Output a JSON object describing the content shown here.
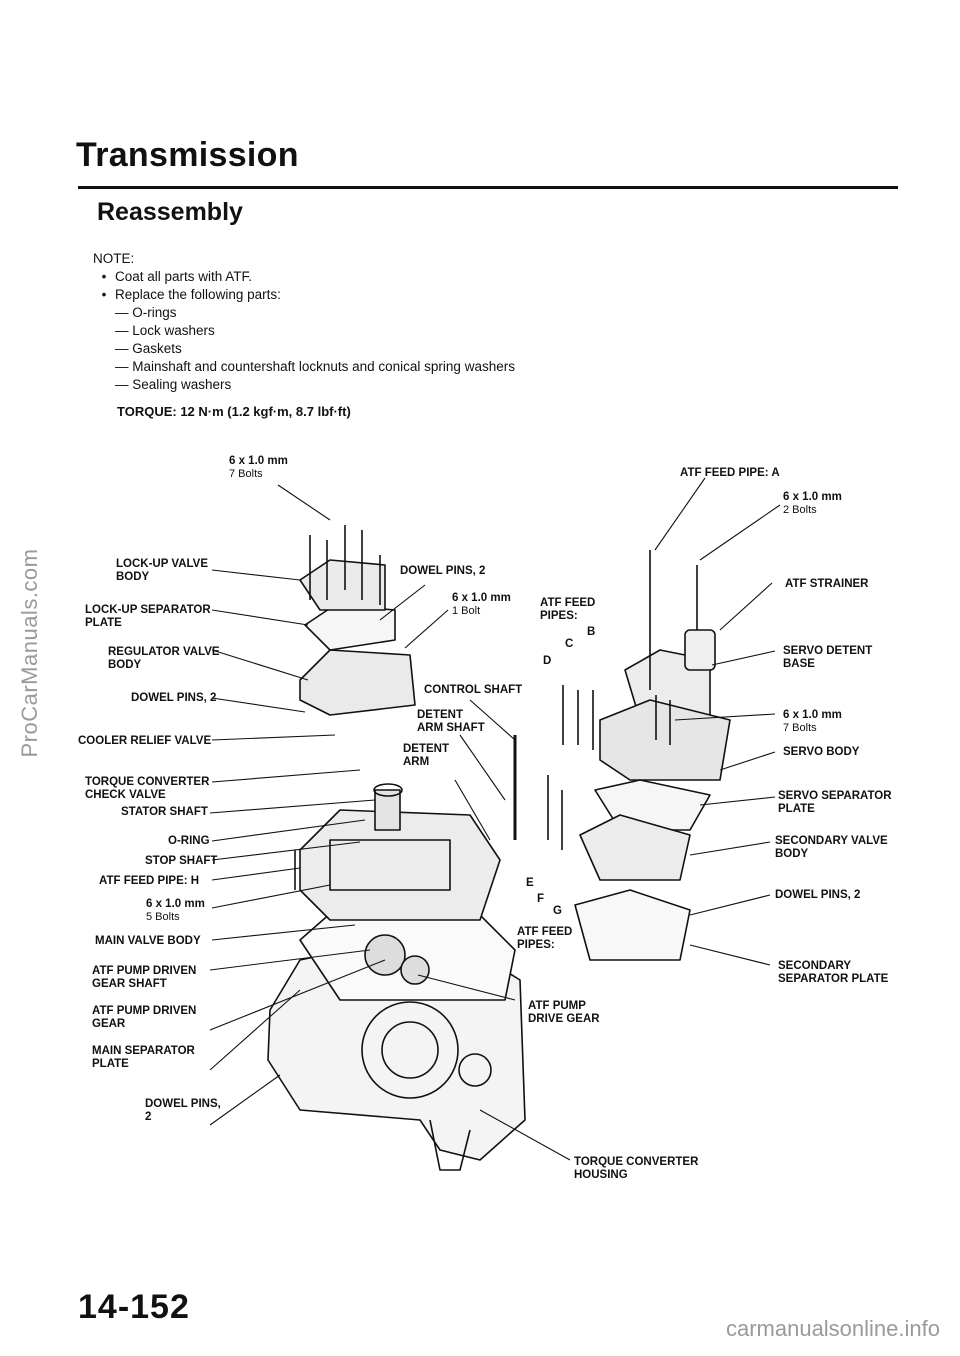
{
  "watermark_side": "ProCarManuals.com",
  "watermark_footer": "carmanualsonline.info",
  "page_title": "Transmission",
  "section_title": "Reassembly",
  "notes": {
    "heading": "NOTE:",
    "bullets": [
      "Coat all parts with ATF.",
      "Replace the following parts:"
    ],
    "parts": [
      "— O-rings",
      "— Lock washers",
      "— Gaskets",
      "— Mainshaft and countershaft locknuts and conical spring washers",
      "— Sealing washers"
    ]
  },
  "torque": "TORQUE: 12 N·m (1.2 kgf·m, 8.7 lbf·ft)",
  "labels": {
    "bolts_top": {
      "size": "6 x 1.0 mm",
      "count": "7 Bolts"
    },
    "atf_feed_pipe_a": "ATF FEED PIPE: A",
    "bolts_right_top": {
      "size": "6 x 1.0 mm",
      "count": "2 Bolts"
    },
    "lockup_valve_body": [
      "LOCK-UP VALVE",
      "BODY"
    ],
    "dowel_pins_top": "DOWEL PINS, 2",
    "bolt_one": {
      "size": "6 x 1.0 mm",
      "count": "1 Bolt"
    },
    "atf_feed_pipes_bcd": [
      "ATF FEED",
      "PIPES:"
    ],
    "letter_b": "B",
    "letter_c": "C",
    "letter_d": "D",
    "atf_strainer": "ATF STRAINER",
    "lockup_separator_plate": [
      "LOCK-UP SEPARATOR",
      "PLATE"
    ],
    "servo_detent_base": [
      "SERVO DETENT",
      "BASE"
    ],
    "regulator_valve_body": [
      "REGULATOR VALVE",
      "BODY"
    ],
    "control_shaft": "CONTROL SHAFT",
    "dowel_pins_mid": "DOWEL PINS, 2",
    "detent_arm_shaft": [
      "DETENT",
      "ARM SHAFT"
    ],
    "bolts_right_mid": {
      "size": "6 x 1.0 mm",
      "count": "7 Bolts"
    },
    "cooler_relief_valve": "COOLER RELIEF VALVE",
    "detent_arm": [
      "DETENT",
      "ARM"
    ],
    "servo_body": "SERVO BODY",
    "tc_check_valve": [
      "TORQUE CONVERTER",
      "CHECK VALVE"
    ],
    "stator_shaft": "STATOR SHAFT",
    "servo_separator_plate": [
      "SERVO SEPARATOR",
      "PLATE"
    ],
    "o_ring": "O-RING",
    "secondary_valve_body": [
      "SECONDARY VALVE",
      "BODY"
    ],
    "stop_shaft": "STOP SHAFT",
    "atf_feed_pipe_h": "ATF FEED PIPE: H",
    "letter_e": "E",
    "dowel_pins_right": "DOWEL PINS, 2",
    "bolts_five": {
      "size": "6 x 1.0 mm",
      "count": "5 Bolts"
    },
    "letter_f": "F",
    "letter_g": "G",
    "main_valve_body": "MAIN VALVE BODY",
    "atf_feed_pipes_efg": [
      "ATF FEED",
      "PIPES:"
    ],
    "atf_pump_driven_gear_shaft": [
      "ATF PUMP DRIVEN",
      "GEAR SHAFT"
    ],
    "secondary_separator_plate": [
      "SECONDARY",
      "SEPARATOR PLATE"
    ],
    "atf_pump_driven_gear": [
      "ATF PUMP DRIVEN",
      "GEAR"
    ],
    "atf_pump_drive_gear": [
      "ATF PUMP",
      "DRIVE GEAR"
    ],
    "main_separator_plate": [
      "MAIN SEPARATOR",
      "PLATE"
    ],
    "dowel_pins_bottom": [
      "DOWEL PINS,",
      "2"
    ],
    "tc_housing": [
      "TORQUE CONVERTER",
      "HOUSING"
    ]
  },
  "page_number": "14-152"
}
